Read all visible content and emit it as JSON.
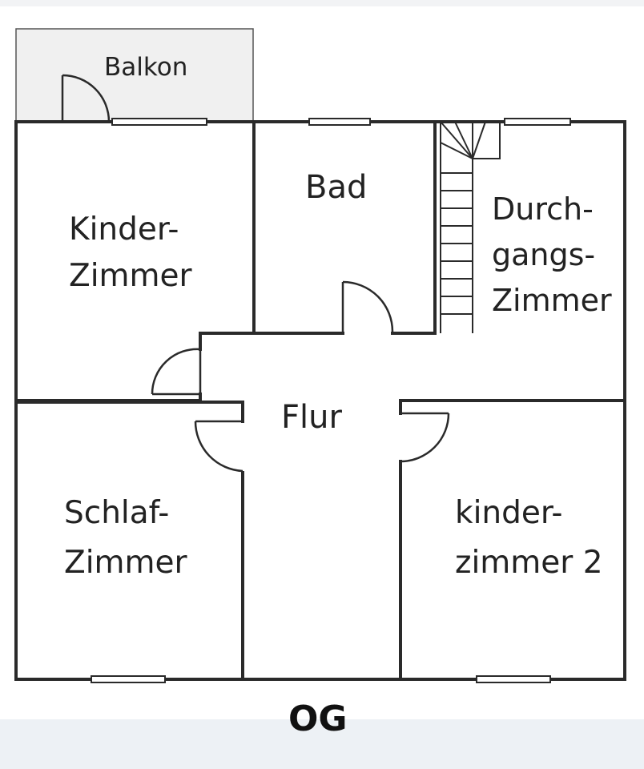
{
  "plan": {
    "rooms": {
      "balkon": "Balkon",
      "bad": "Bad",
      "kinderzimmer": "Kinder-\nZimmer",
      "durchgangszimmer": "Durch-\ngangs-\nZimmer",
      "flur": "Flur",
      "schlafzimmer": "Schlaf-\nZimmer",
      "kinderzimmer2": "kinder-\nzimmer 2"
    },
    "floor_label": "OG"
  }
}
